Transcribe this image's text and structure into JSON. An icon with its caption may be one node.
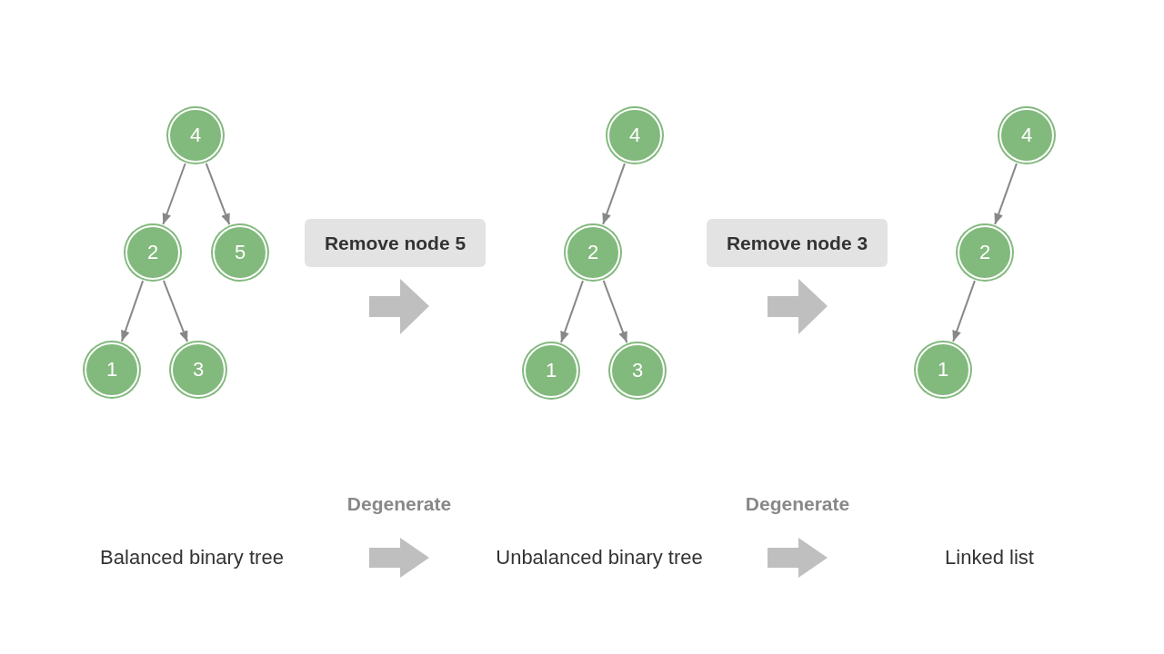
{
  "diagram": {
    "nodes": [
      {
        "text": [
          "4"
        ]
      },
      {
        "text": [
          "2"
        ]
      },
      {
        "text": [
          "5"
        ]
      },
      {
        "text": [
          "1"
        ]
      },
      {
        "text": [
          "3"
        ]
      },
      {
        "text": [
          "Remove node 5"
        ]
      },
      {
        "text": [
          "4"
        ]
      },
      {
        "text": [
          "2"
        ]
      },
      {
        "text": [
          "1"
        ]
      },
      {
        "text": [
          "3"
        ]
      },
      {
        "text": [
          "Remove node 3"
        ]
      },
      {
        "text": [
          "4"
        ]
      },
      {
        "text": [
          "2"
        ]
      },
      {
        "text": [
          "1"
        ]
      }
    ],
    "edges": [
      {
        "from": 0,
        "to": 1,
        "arrow": "to"
      },
      {
        "from": 0,
        "to": 2,
        "arrow": "to"
      },
      {
        "from": 1,
        "to": 3,
        "arrow": "to"
      },
      {
        "from": 1,
        "to": 4,
        "arrow": "to"
      },
      {
        "from": 6,
        "to": 7,
        "arrow": "to"
      },
      {
        "from": 7,
        "to": 8,
        "arrow": "to"
      },
      {
        "from": 7,
        "to": 9,
        "arrow": "to"
      },
      {
        "from": 11,
        "to": 12,
        "arrow": "to"
      },
      {
        "from": 12,
        "to": 13,
        "arrow": "to"
      }
    ],
    "labels": [
      "Degenerate",
      "Degenerate",
      "Balanced binary tree",
      "Unbalanced binary tree",
      "Linked list"
    ]
  }
}
